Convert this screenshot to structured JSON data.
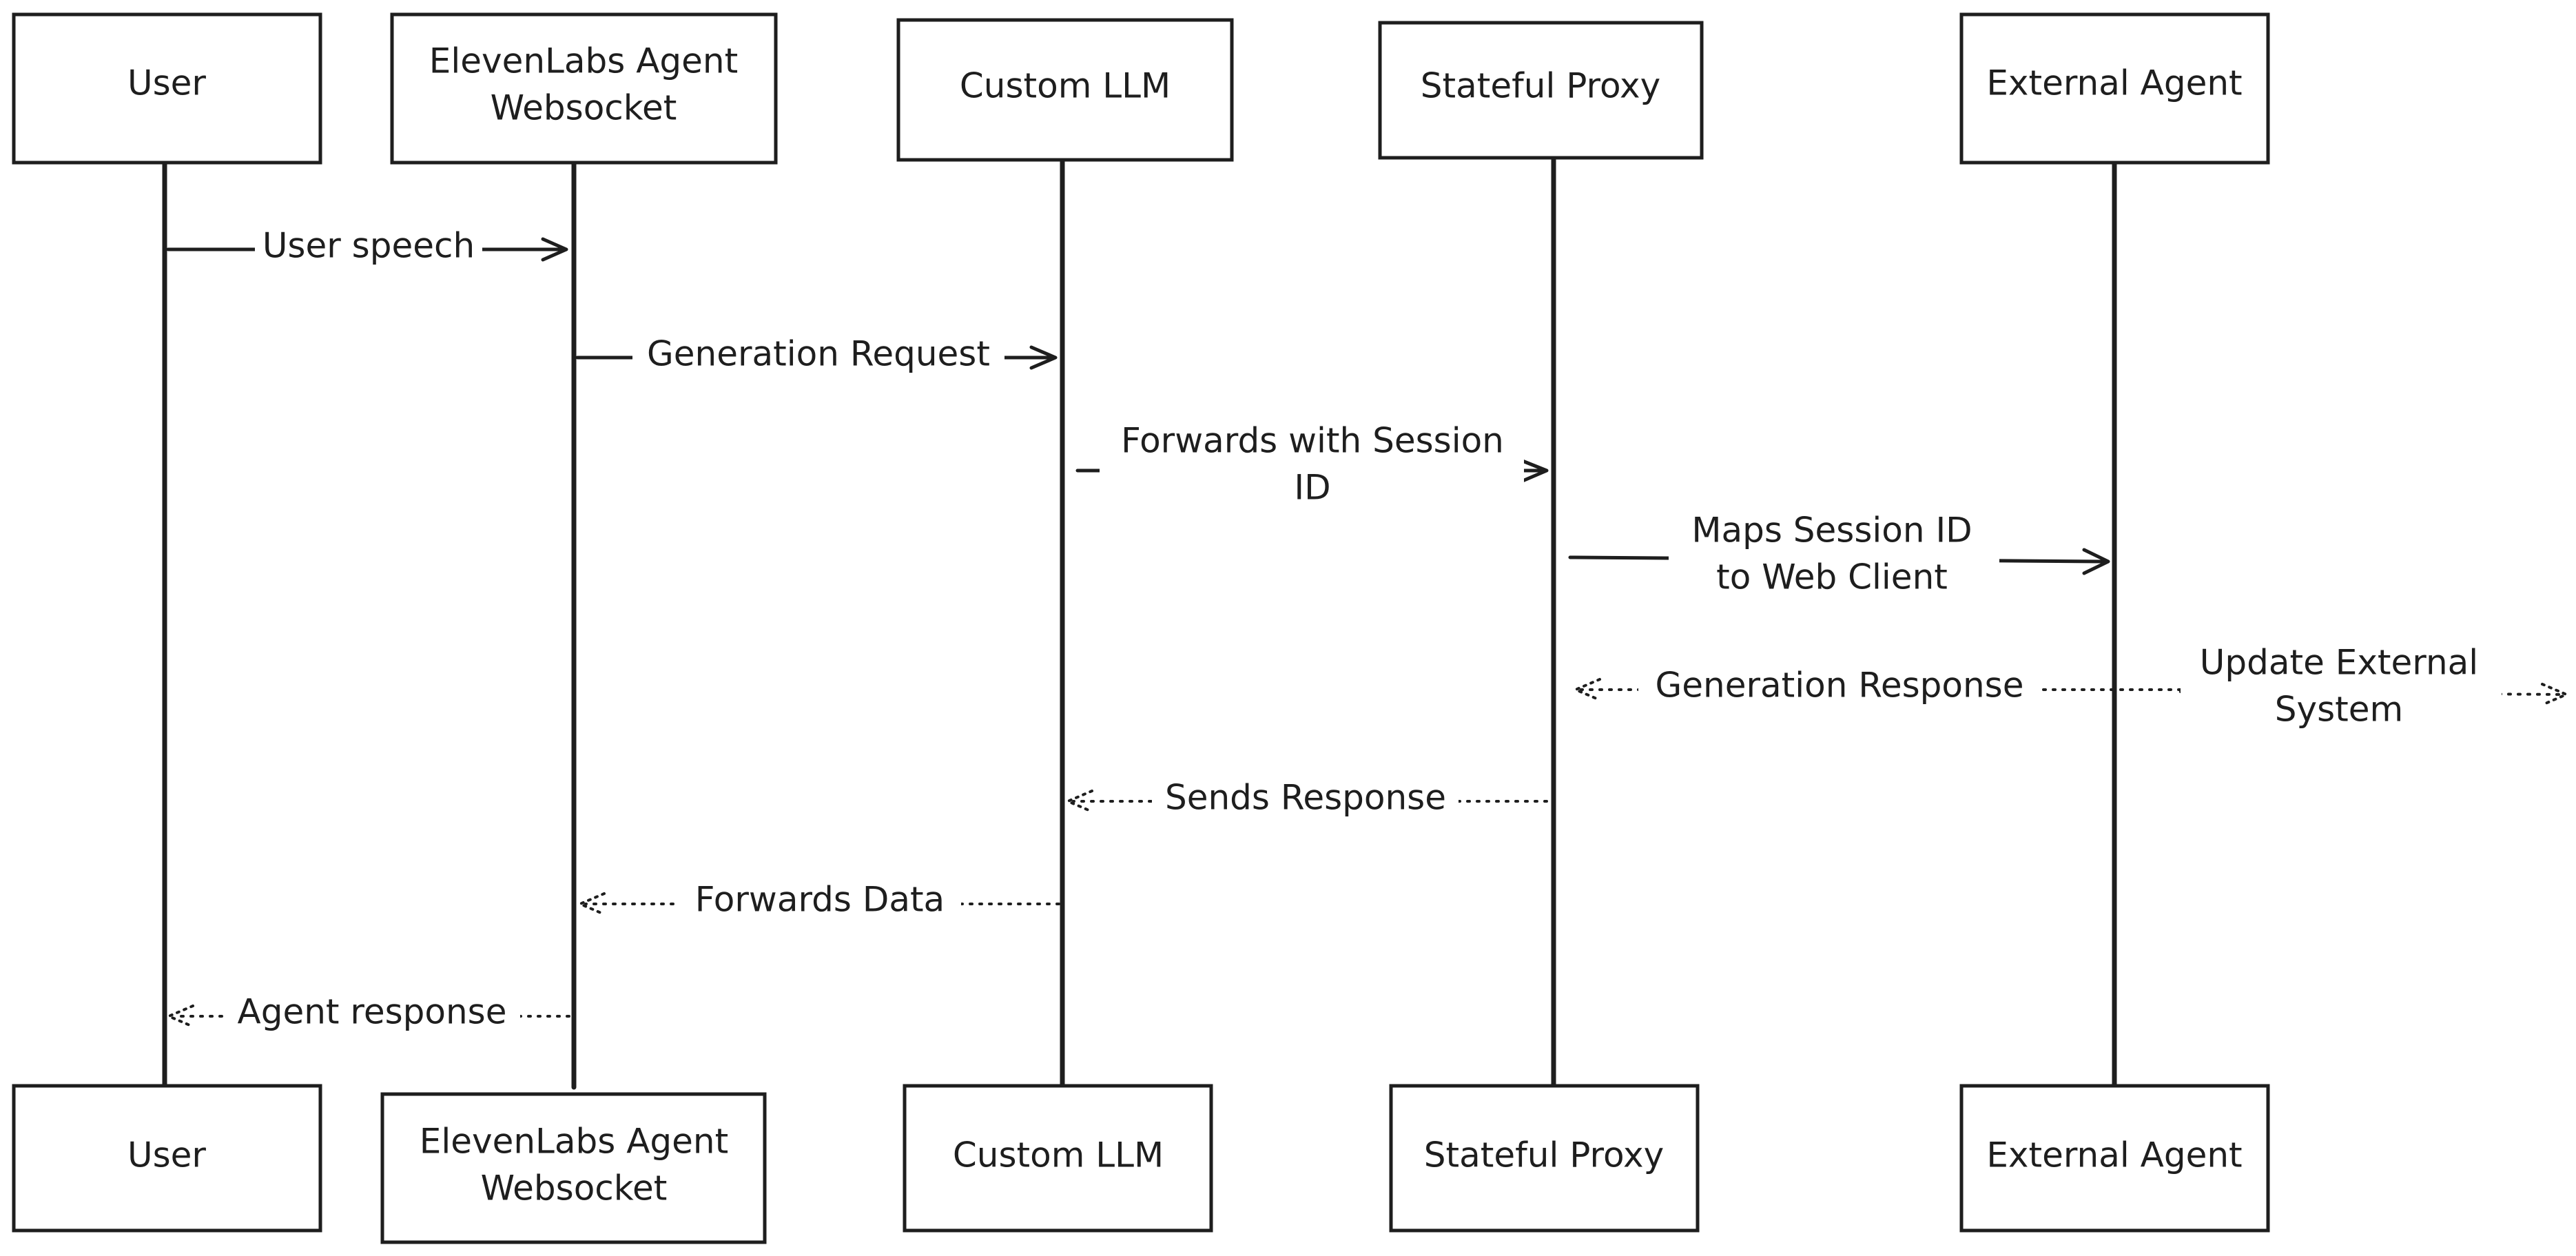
{
  "actors": [
    {
      "id": "user",
      "lines": [
        "User"
      ]
    },
    {
      "id": "elevenlabs",
      "lines": [
        "ElevenLabs Agent",
        "Websocket"
      ]
    },
    {
      "id": "llm",
      "lines": [
        "Custom LLM"
      ]
    },
    {
      "id": "proxy",
      "lines": [
        "Stateful Proxy"
      ]
    },
    {
      "id": "external",
      "lines": [
        "External Agent"
      ]
    }
  ],
  "messages": [
    {
      "from": "user",
      "to": "elevenlabs",
      "style": "solid",
      "lines": [
        "User speech"
      ]
    },
    {
      "from": "elevenlabs",
      "to": "llm",
      "style": "solid",
      "lines": [
        "Generation Request"
      ]
    },
    {
      "from": "llm",
      "to": "proxy",
      "style": "solid",
      "lines": [
        "Forwards with Session",
        "ID"
      ]
    },
    {
      "from": "proxy",
      "to": "external",
      "style": "solid",
      "lines": [
        "Maps Session ID",
        "to Web Client"
      ]
    },
    {
      "from": "external",
      "to": "proxy",
      "style": "dotted",
      "lines": [
        "Generation Response"
      ]
    },
    {
      "from": "external",
      "to": "right-edge",
      "style": "dotted",
      "lines": [
        "Update External",
        "System"
      ]
    },
    {
      "from": "proxy",
      "to": "llm",
      "style": "dotted",
      "lines": [
        "Sends Response"
      ]
    },
    {
      "from": "llm",
      "to": "elevenlabs",
      "style": "dotted",
      "lines": [
        "Forwards Data"
      ]
    },
    {
      "from": "elevenlabs",
      "to": "user",
      "style": "dotted",
      "lines": [
        "Agent response"
      ]
    }
  ]
}
